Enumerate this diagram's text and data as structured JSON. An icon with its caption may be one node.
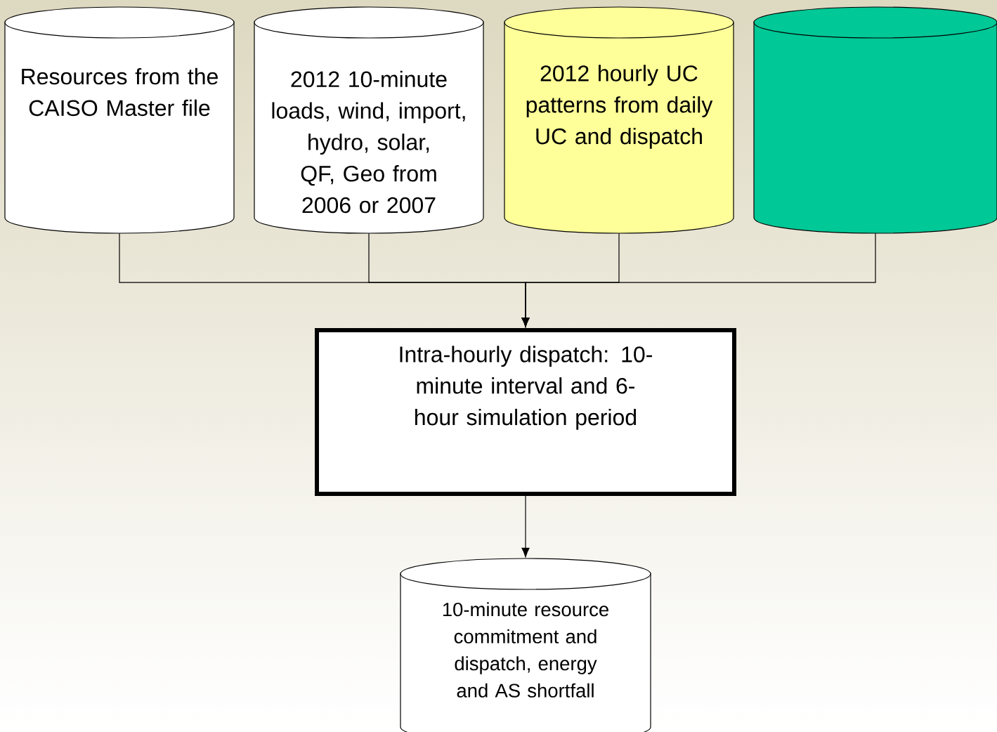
{
  "diagram": {
    "nodes": [
      {
        "text": [
          "Resources from the CAISO Master file"
        ]
      },
      {
        "text": [
          "2012 10-minute loads, wind, import, hydro, solar, QF, Geo from 2006 or 2007"
        ]
      },
      {
        "text": [
          "2012 hourly UC patterns from daily UC and dispatch"
        ]
      },
      {
        "text": [],
        "shape": "cylinder"
      },
      {
        "text": [
          "Intra-hourly dispatch: 10-minute interval and 6-hour simulation period"
        ]
      },
      {
        "text": [
          "10-minute resource commitment and dispatch, energy and AS shortfall"
        ]
      }
    ],
    "edges": [
      {
        "from": 0,
        "to": 4,
        "arrow": "to"
      },
      {
        "from": 1,
        "to": 4,
        "arrow": "to"
      },
      {
        "from": 2,
        "to": 4,
        "arrow": "to"
      },
      {
        "from": 3,
        "to": 4,
        "arrow": "to"
      },
      {
        "from": 4,
        "to": 5,
        "arrow": "to"
      }
    ]
  }
}
